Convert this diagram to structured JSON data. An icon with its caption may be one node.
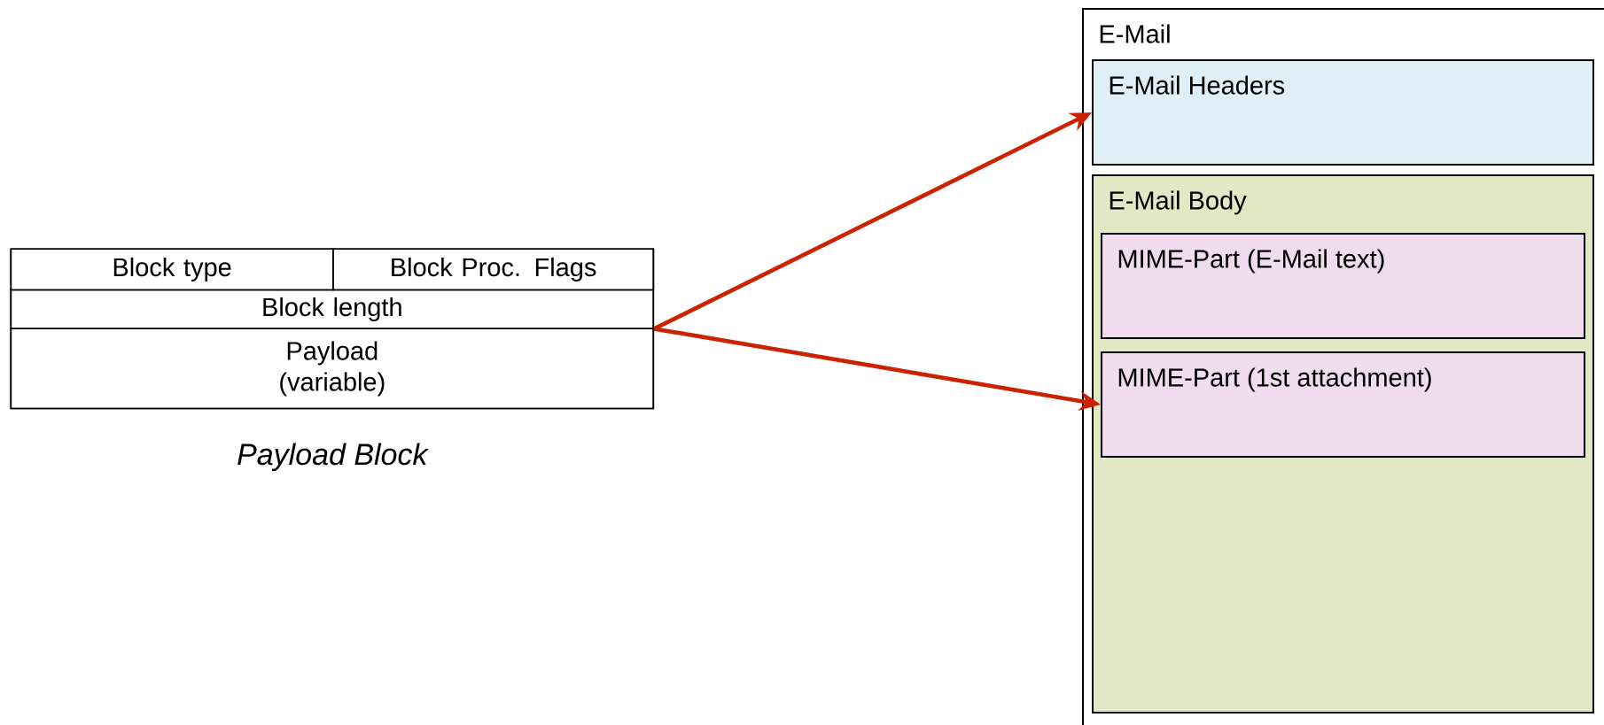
{
  "diagram": {
    "nodes": [
      {
        "text": [],
        "shape": "box",
        "beside": [
          "Payload Block"
        ]
      },
      {
        "text": [
          "Block type"
        ],
        "in": 0
      },
      {
        "text": [
          "Block Proc. Flags"
        ],
        "in": 0
      },
      {
        "text": [
          "Block length"
        ],
        "in": 0
      },
      {
        "text": [
          "Payload (variable)"
        ],
        "in": 0
      },
      {
        "text": [
          "E-Mail"
        ]
      },
      {
        "text": [
          "E-Mail Headers"
        ],
        "in": 5
      },
      {
        "text": [
          "E-Mail Body"
        ],
        "in": 5
      },
      {
        "text": [
          "MIME-Part (E-Mail text)"
        ],
        "in": 7
      },
      {
        "text": [
          "MIME-Part (1st attachment)"
        ],
        "in": 7
      }
    ],
    "edges": [
      {
        "from": 0,
        "to": 6,
        "arrow": "to"
      },
      {
        "from": 0,
        "to": 9,
        "arrow": "to"
      }
    ]
  }
}
